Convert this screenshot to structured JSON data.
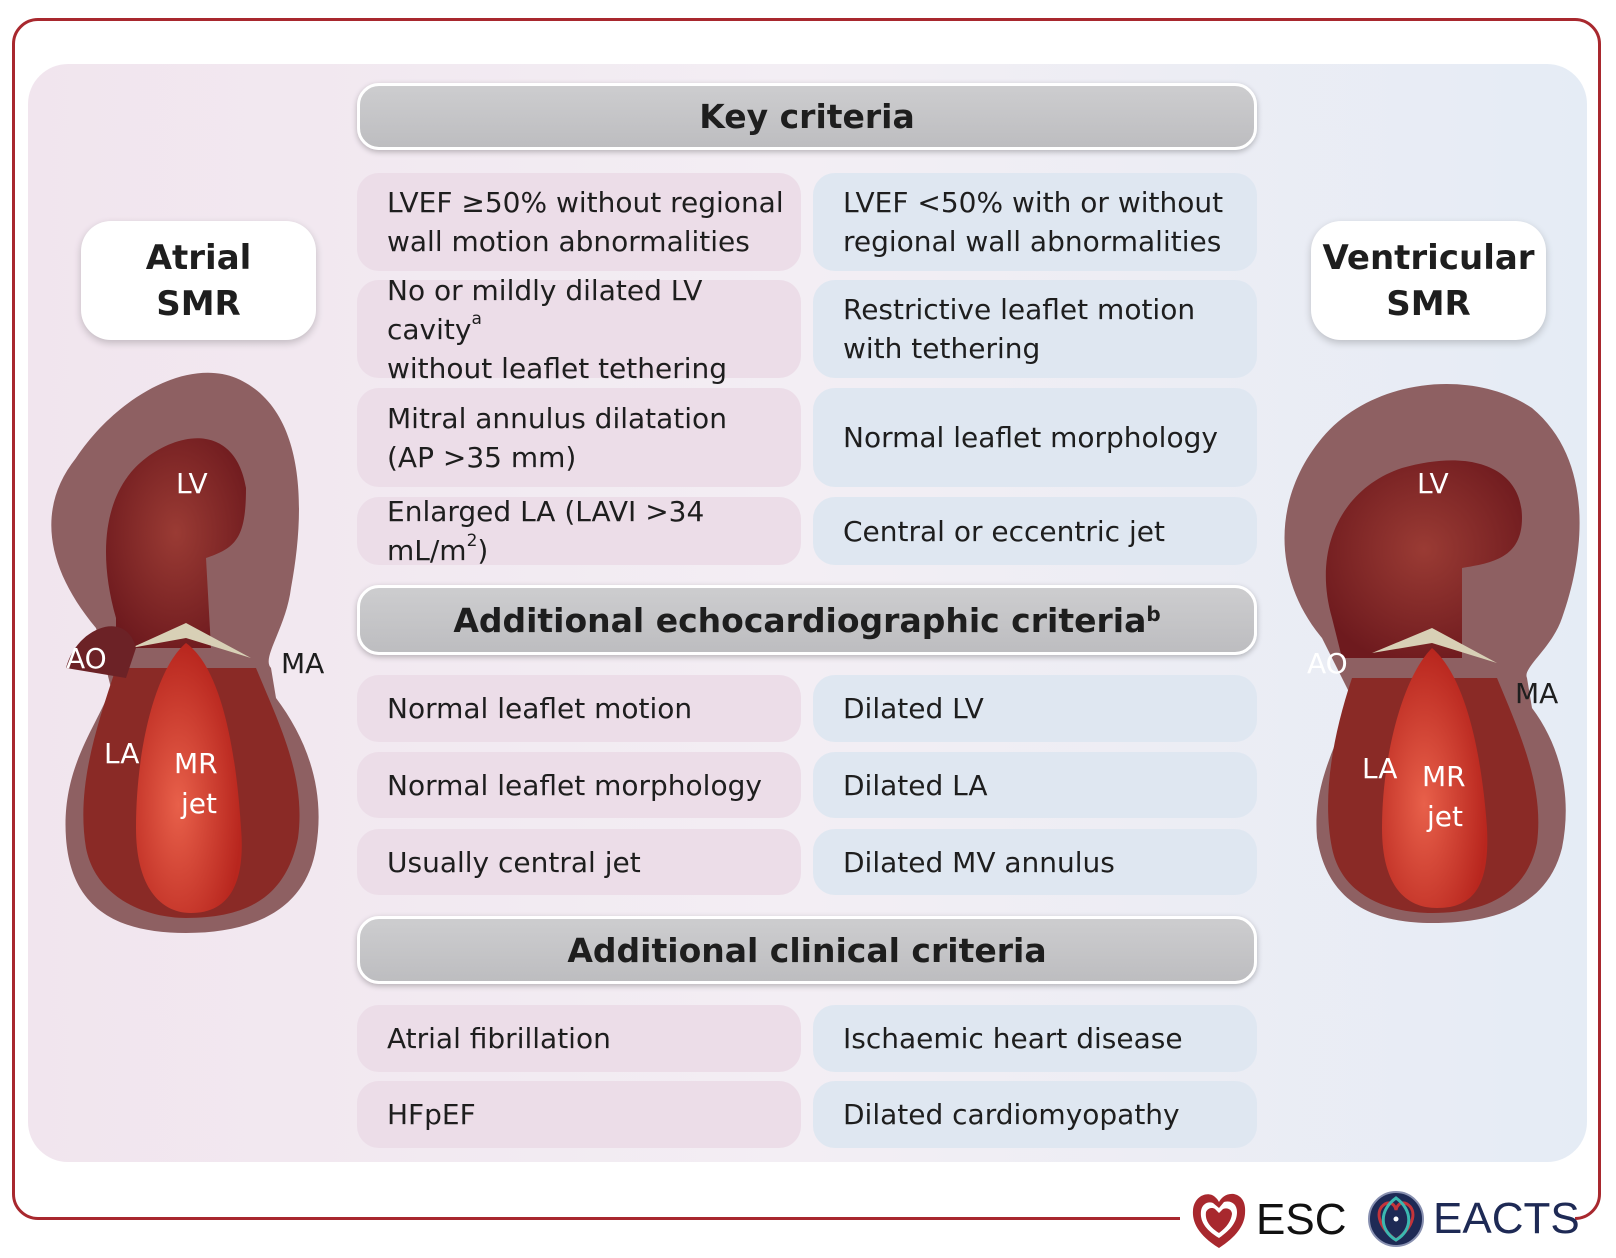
{
  "atrial_label": [
    "Atrial",
    "SMR"
  ],
  "ventricular_label": [
    "Ventricular",
    "SMR"
  ],
  "heart_labels": {
    "lv": "LV",
    "ao": "AO",
    "ma": "MA",
    "la": "LA",
    "mr": "MR",
    "jet": "jet"
  },
  "sections": [
    {
      "title": "Key criteria",
      "rows": [
        {
          "left": [
            "LVEF ≥50% without regional",
            "wall motion abnormalities"
          ],
          "right": [
            "LVEF <50% with or without",
            "regional wall abnormalities"
          ]
        },
        {
          "left": [
            "No or mildly dilated LV cavity",
            "without leaflet tethering"
          ],
          "left_sup": "a",
          "right": [
            "Restrictive leaflet motion",
            "with tethering"
          ]
        },
        {
          "left": [
            "Mitral annulus dilatation",
            "(AP >35 mm)"
          ],
          "right": [
            "Normal leaflet morphology"
          ]
        },
        {
          "left": [
            "Enlarged LA (LAVI  >34 mL/m",
            ")"
          ],
          "left_sup": "2",
          "right": [
            "Central or eccentric jet"
          ]
        }
      ]
    },
    {
      "title": "Additional echocardiographic criteria",
      "title_sup": "b",
      "rows": [
        {
          "left": [
            "Normal leaflet motion"
          ],
          "right": [
            "Dilated LV"
          ]
        },
        {
          "left": [
            "Normal leaflet morphology"
          ],
          "right": [
            "Dilated LA"
          ]
        },
        {
          "left": [
            "Usually central jet"
          ],
          "right": [
            "Dilated MV annulus"
          ]
        }
      ]
    },
    {
      "title": "Additional clinical criteria",
      "rows": [
        {
          "left": [
            "Atrial fibrillation"
          ],
          "right": [
            "Ischaemic heart disease"
          ]
        },
        {
          "left": [
            "HFpEF"
          ],
          "right": [
            "Dilated cardiomyopathy"
          ]
        }
      ]
    }
  ],
  "logos": {
    "esc": "ESC",
    "eacts": "EACTS"
  },
  "colors": {
    "border": "#a8282e",
    "left_tint": "#ecdde8",
    "right_tint": "#dfe7f1",
    "header": "#c6c6c8"
  }
}
